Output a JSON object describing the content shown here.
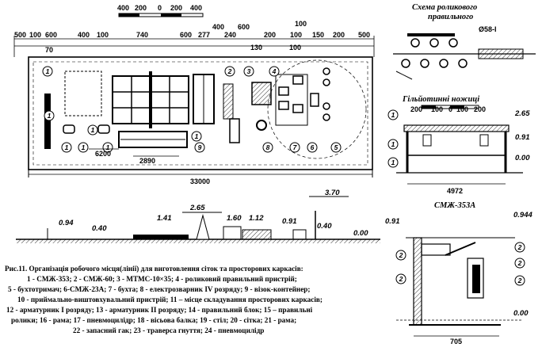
{
  "top_scale": {
    "labels": [
      "400",
      "200",
      "0",
      "200",
      "400"
    ]
  },
  "dims_top": {
    "row1": [
      "500",
      "100",
      "600",
      "400",
      "100",
      "740",
      "600",
      "277",
      "240",
      "200",
      "100",
      "150",
      "200",
      "500"
    ],
    "row2": [
      "400",
      "600",
      "130",
      "100",
      "100"
    ],
    "row3": [
      "70"
    ]
  },
  "dims_bottom": {
    "d6200": "6200",
    "d2890": "2890",
    "total": "33000"
  },
  "callouts_plan": [
    "1",
    "1",
    "1",
    "1",
    "1",
    "1",
    "2",
    "3",
    "4",
    "5",
    "6",
    "7",
    "8",
    "9",
    "1"
  ],
  "roller_scheme": {
    "title1": "Схема роликового",
    "title2": "правильного",
    "diam": "Ø58-I"
  },
  "gantry": {
    "title": "Гільйотинні ножиці",
    "scale": [
      "200",
      "100",
      "0",
      "100",
      "200"
    ],
    "lvl1": "2.65",
    "lvl2": "0.91",
    "lvl3": "0.00",
    "width": "4972",
    "callouts": [
      "1",
      "1",
      "1"
    ]
  },
  "smzh": {
    "title": "СМЖ-353А",
    "lvl_left": "0.91",
    "lvl_right": "0.944",
    "lvl_bottom": "0.00",
    "width": "705",
    "callouts": [
      "2",
      "2",
      "2",
      "2",
      "2"
    ]
  },
  "elevation": {
    "l370": "3.70",
    "l265": "2.65",
    "l141": "1.41",
    "l160": "1.60",
    "l112": "1.12",
    "l094": "0.94",
    "l040a": "0.40",
    "l091": "0.91",
    "l040b": "0.40",
    "l000": "0.00"
  },
  "caption": {
    "line1": "Рис.11. Організація робочого місця(лінії) для виготовлення сіток та просторових каркасів:",
    "line2": "1 - СМЖ-353; 2 - СМЖ-60; 3 - МТМС-10×35; 4 - роликовий правильний  пристрій;",
    "line3": "5 - бухтотримач; 6-СМЖ-23А; 7 - бухта; 8 - електрозварник IV розряду; 9 - візок-контейнер;",
    "line4": "10 - приймально-виштовхувальний пристрій; 11 – місце складування просторових каркасів;",
    "line5": "12 - арматурник І розряду; 13 - арматурник ІІ розряду; 14 - правильний блок; 15 – правильні",
    "line6": "ролики; 16 - рама; 17 - пневмоцилідр; 18 - вісьова балка; 19 - стіл; 20 - сітка; 21 - рама;",
    "line7": "22 - запасний гак; 23 - траверса гнуття; 24 - пневмоцилідр"
  }
}
